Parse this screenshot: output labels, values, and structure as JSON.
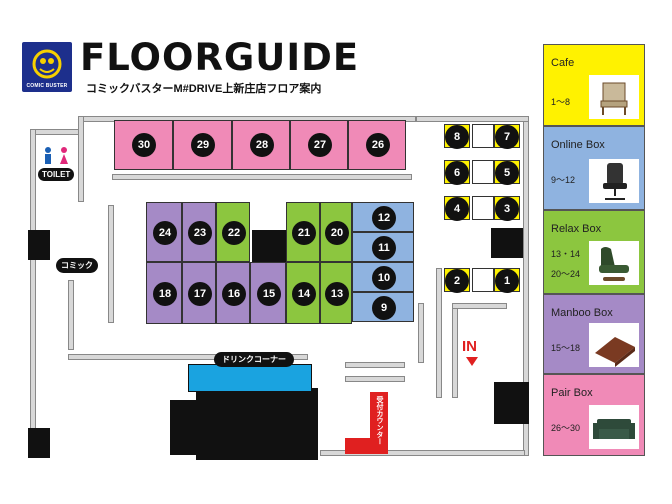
{
  "header": {
    "logo_text": "COMIC BUSTER",
    "title": "FLOORGUIDE",
    "subtitle": "コミックバスターM#DRIVE上新庄店フロア案内"
  },
  "labels": {
    "toilet": "TOILET",
    "comic": "コミック",
    "drink_corner": "ドリンクコーナー",
    "reception": "受付カウンター",
    "entrance": "IN"
  },
  "booths": {
    "pair": [
      "30",
      "29",
      "28",
      "27",
      "26"
    ],
    "manboo_top": [
      "24",
      "23"
    ],
    "relax_top": [
      "22"
    ],
    "relax_mid": [
      "21",
      "20"
    ],
    "online": [
      "12",
      "11",
      "10",
      "9"
    ],
    "manboo_bottom": [
      "18",
      "17",
      "16",
      "15"
    ],
    "relax_bottom": [
      "14",
      "13"
    ],
    "cafe_left": [
      "8",
      "6",
      "4",
      "2"
    ],
    "cafe_right": [
      "7",
      "5",
      "3",
      "1"
    ]
  },
  "legend": [
    {
      "title": "Cafe",
      "range": "1～8",
      "color": "#fff200",
      "icon": "armchair-icon"
    },
    {
      "title": "Online Box",
      "range": "9～12",
      "color": "#8fb3e0",
      "icon": "office-chair-icon"
    },
    {
      "title": "Relax Box",
      "range": "13・14\n20～24",
      "range1": "13・14",
      "range2": "20～24",
      "color": "#8cc63f",
      "icon": "recliner-icon"
    },
    {
      "title": "Manboo Box",
      "range": "15～18",
      "color": "#a58ac6",
      "icon": "floor-mat-icon"
    },
    {
      "title": "Pair Box",
      "range": "26～30",
      "color": "#f08ab7",
      "icon": "sofa-icon"
    }
  ]
}
